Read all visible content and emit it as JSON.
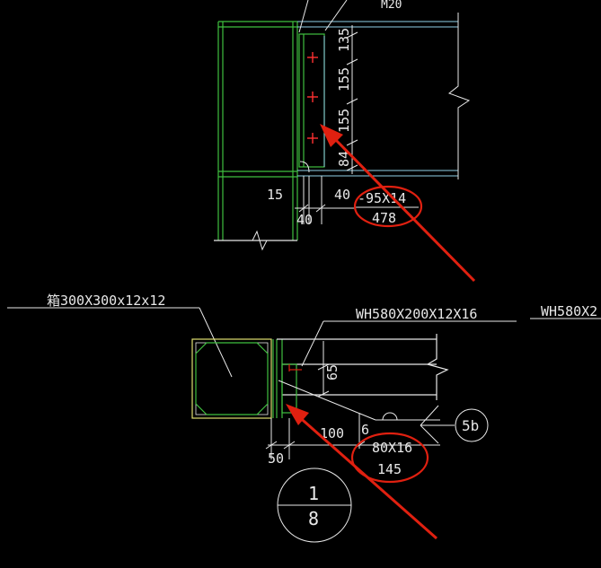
{
  "top_detail": {
    "bolt_label": "M20",
    "dims": {
      "d135": "135",
      "d155a": "155",
      "d155b": "155",
      "d84": "84",
      "d15": "15",
      "d40a": "40",
      "d40b": "40"
    },
    "plate_spec": "-95X14",
    "plate_len": "478"
  },
  "bottom_detail": {
    "column_label": "箱300X300x12x12",
    "beam_label": "WH580X200X12X16",
    "beam_label_cut": "WH580X2",
    "dims": {
      "d65": "65",
      "d100": "100",
      "d6": "6",
      "d50": "50"
    },
    "plate_spec": "80X16",
    "plate_len": "145",
    "weld_ref": "5b",
    "section_top": "1",
    "section_bottom": "8"
  },
  "colors": {
    "background": "#000000",
    "text": "#e8e8e8",
    "green": "#3fbf3f",
    "cyan": "#8fd0e8",
    "yellow": "#e0e070",
    "red": "#e02010",
    "white": "#f0f0f0"
  }
}
